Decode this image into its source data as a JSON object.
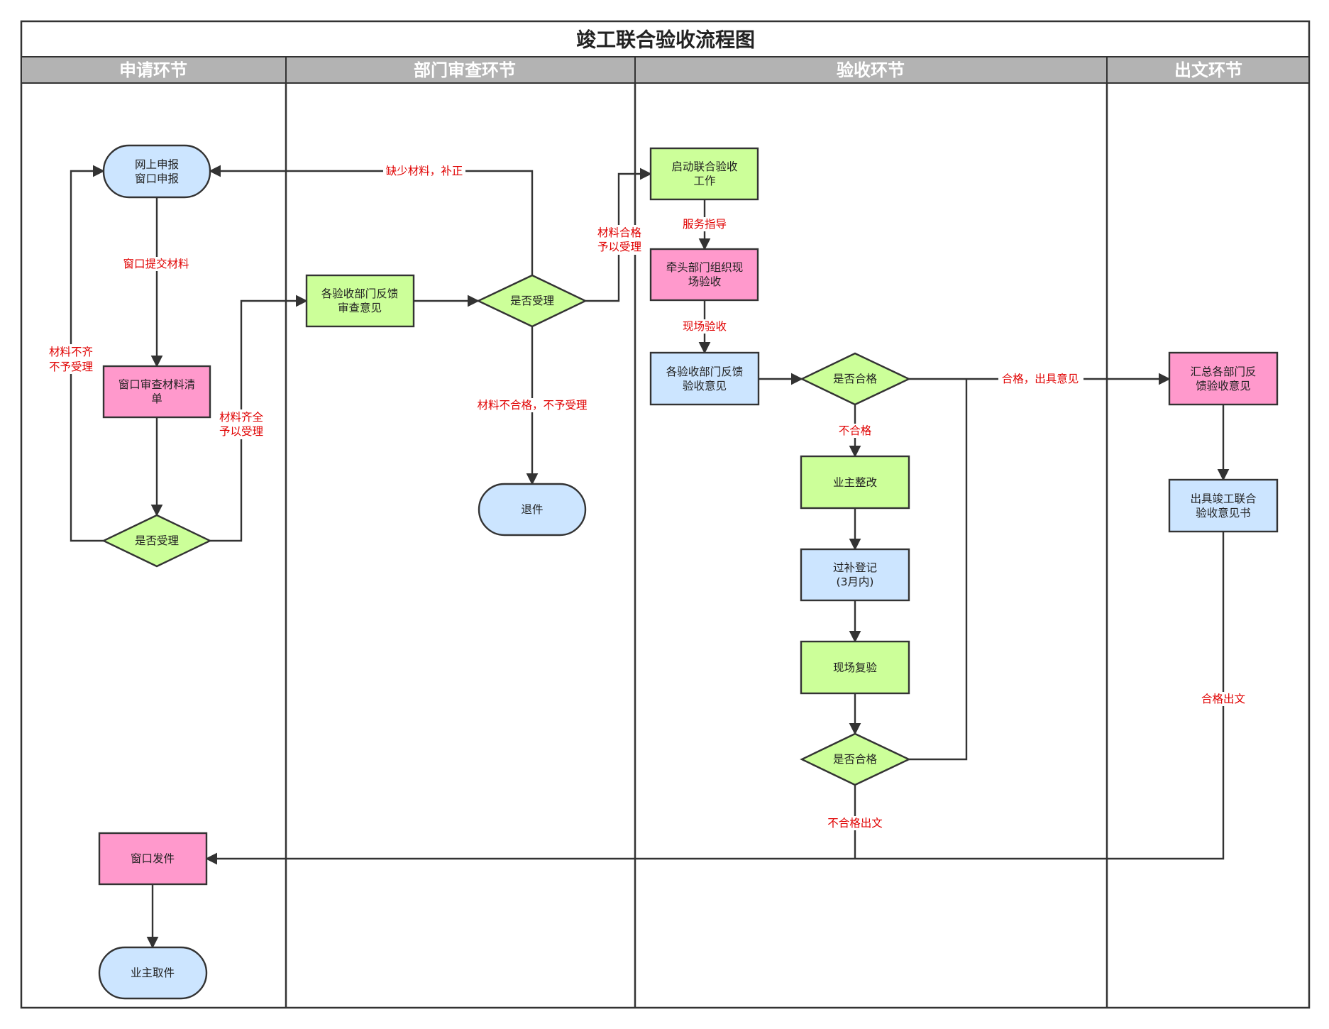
{
  "title": "竣工联合验收流程图",
  "lanes": [
    {
      "id": "apply",
      "label": "申请环节"
    },
    {
      "id": "review",
      "label": "部门审查环节"
    },
    {
      "id": "accept",
      "label": "验收环节"
    },
    {
      "id": "issue",
      "label": "出文环节"
    }
  ],
  "colors": {
    "green": "#ccff99",
    "blue": "#cce5ff",
    "pink": "#ff99cc",
    "lane_header": "#b3b3b3",
    "edge_label": "#e00000",
    "stroke": "#333333"
  },
  "nodes": {
    "online_apply": {
      "lines": [
        "网上申报",
        "窗口申报"
      ],
      "shape": "terminal",
      "color": "blue"
    },
    "window_check": {
      "lines": [
        "窗口审查材料清",
        "单"
      ],
      "shape": "process",
      "color": "pink"
    },
    "accept_q1": {
      "lines": [
        "是否受理"
      ],
      "shape": "decision",
      "color": "green"
    },
    "dept_feedback": {
      "lines": [
        "各验收部门反馈",
        "审查意见"
      ],
      "shape": "process",
      "color": "green"
    },
    "accept_q2": {
      "lines": [
        "是否受理"
      ],
      "shape": "decision",
      "color": "green"
    },
    "return_doc": {
      "lines": [
        "退件"
      ],
      "shape": "terminal",
      "color": "blue"
    },
    "start_joint": {
      "lines": [
        "启动联合验收",
        "工作"
      ],
      "shape": "process",
      "color": "green"
    },
    "lead_dept": {
      "lines": [
        "牵头部门组织现",
        "场验收"
      ],
      "shape": "process",
      "color": "pink"
    },
    "dept_accept_feedback": {
      "lines": [
        "各验收部门反馈",
        "验收意见"
      ],
      "shape": "process",
      "color": "blue"
    },
    "qualified_q1": {
      "lines": [
        "是否合格"
      ],
      "shape": "decision",
      "color": "green"
    },
    "owner_rectify": {
      "lines": [
        "业主整改"
      ],
      "shape": "process",
      "color": "green"
    },
    "supplement_reg": {
      "lines": [
        "过补登记",
        "(3月内)"
      ],
      "shape": "process",
      "color": "blue"
    },
    "site_recheck": {
      "lines": [
        "现场复验"
      ],
      "shape": "process",
      "color": "green"
    },
    "qualified_q2": {
      "lines": [
        "是否合格"
      ],
      "shape": "decision",
      "color": "green"
    },
    "summary": {
      "lines": [
        "汇总各部门反",
        "馈验收意见"
      ],
      "shape": "process",
      "color": "pink"
    },
    "issue_opinion": {
      "lines": [
        "出具竣工联合",
        "验收意见书"
      ],
      "shape": "process",
      "color": "blue"
    },
    "window_send": {
      "lines": [
        "窗口发件"
      ],
      "shape": "process",
      "color": "pink"
    },
    "owner_pickup": {
      "lines": [
        "业主取件"
      ],
      "shape": "terminal",
      "color": "blue"
    }
  },
  "edge_labels": {
    "submit": "窗口提交材料",
    "incomplete": [
      "材料不齐",
      "不予受理"
    ],
    "complete": [
      "材料齐全",
      "予以受理"
    ],
    "missing": "缺少材料，补正",
    "qualified_materials": [
      "材料合格",
      "予以受理"
    ],
    "unqualified_materials": "材料不合格，不予受理",
    "service_guide": "服务指导",
    "site_accept": "现场验收",
    "pass_opinion": "合格，出具意见",
    "fail": "不合格",
    "fail_issue": "不合格出文",
    "pass_issue": "合格出文"
  }
}
